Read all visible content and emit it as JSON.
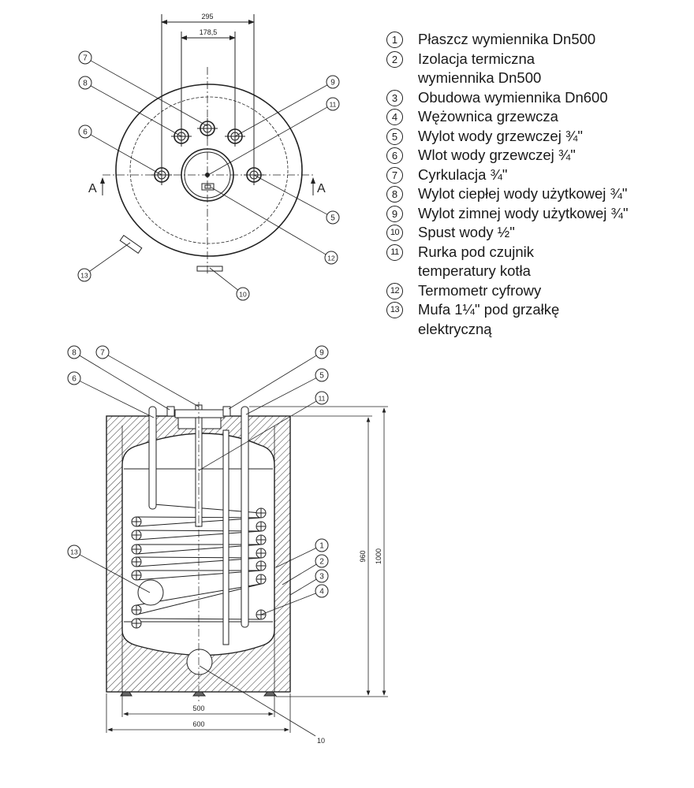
{
  "top_view": {
    "dimensions": [
      "295",
      "178,5"
    ],
    "section_marks": [
      "A",
      "A"
    ],
    "callouts": [
      "7",
      "8",
      "6",
      "9",
      "11",
      "5",
      "12",
      "13",
      "10"
    ]
  },
  "section_view": {
    "dimensions": {
      "inner_width": "500",
      "outer_width": "600",
      "inner_height": "960",
      "outer_height": "1000"
    },
    "callouts": [
      "8",
      "7",
      "6",
      "9",
      "5",
      "11",
      "1",
      "2",
      "3",
      "4",
      "13"
    ],
    "plain_label": "10"
  },
  "legend": [
    {
      "n": "1",
      "text": "Płaszcz wymiennika Dn500"
    },
    {
      "n": "2",
      "text": "Izolacja termiczna\nwymiennika Dn500"
    },
    {
      "n": "3",
      "text": "Obudowa wymiennika Dn600"
    },
    {
      "n": "4",
      "text": "Wężownica grzewcza"
    },
    {
      "n": "5",
      "text": "Wylot wody grzewczej ¾\""
    },
    {
      "n": "6",
      "text": "Wlot wody grzewczej ¾\""
    },
    {
      "n": "7",
      "text": "Cyrkulacja ¾\""
    },
    {
      "n": "8",
      "text": "Wylot ciepłej wody użytkowej ¾\""
    },
    {
      "n": "9",
      "text": "Wylot zimnej wody użytkowej ¾\""
    },
    {
      "n": "10",
      "text": "Spust wody ½\""
    },
    {
      "n": "11",
      "text": "Rurka pod czujnik\ntemperatury kotła"
    },
    {
      "n": "12",
      "text": "Termometr cyfrowy"
    },
    {
      "n": "13",
      "text": "Mufa 1¼\" pod grzałkę\nelektryczną"
    }
  ]
}
